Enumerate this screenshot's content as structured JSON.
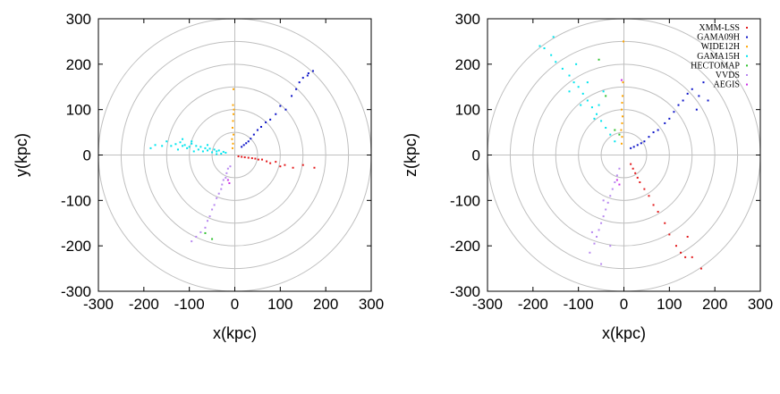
{
  "chart_data": [
    {
      "type": "scatter",
      "title": "",
      "xlabel": "x(kpc)",
      "ylabel": "y(kpc)",
      "xlim": [
        -300,
        300
      ],
      "ylim": [
        -300,
        300
      ],
      "xticks": [
        "-300",
        "-200",
        "-100",
        "0",
        "100",
        "200",
        "300"
      ],
      "yticks": [
        "300",
        "200",
        "100",
        "0",
        "-100",
        "-200",
        "-300"
      ],
      "grid": "concentric circles at 50 kpc spacing with axis lines through the origin",
      "legend": false,
      "series": [
        {
          "color": "#e31a1c",
          "points": [
            [
              8,
              -3
            ],
            [
              15,
              -4
            ],
            [
              22,
              -5
            ],
            [
              30,
              -6
            ],
            [
              38,
              -7
            ],
            [
              45,
              -8
            ],
            [
              52,
              -10
            ],
            [
              60,
              -10
            ],
            [
              70,
              -14
            ],
            [
              78,
              -18
            ],
            [
              90,
              -15
            ],
            [
              100,
              -25
            ],
            [
              110,
              -22
            ],
            [
              128,
              -28
            ],
            [
              150,
              -22
            ],
            [
              175,
              -28
            ]
          ]
        },
        {
          "color": "#0b12c8",
          "points": [
            [
              15,
              18
            ],
            [
              20,
              22
            ],
            [
              25,
              26
            ],
            [
              30,
              30
            ],
            [
              35,
              36
            ],
            [
              42,
              45
            ],
            [
              50,
              55
            ],
            [
              58,
              62
            ],
            [
              68,
              72
            ],
            [
              78,
              78
            ],
            [
              90,
              90
            ],
            [
              100,
              108
            ],
            [
              112,
              100
            ],
            [
              125,
              130
            ],
            [
              135,
              145
            ],
            [
              142,
              160
            ],
            [
              150,
              170
            ],
            [
              162,
              180
            ],
            [
              172,
              185
            ],
            [
              160,
              175
            ]
          ]
        },
        {
          "color": "#ffa500",
          "points": [
            [
              -5,
              15
            ],
            [
              -4,
              25
            ],
            [
              -6,
              35
            ],
            [
              -3,
              45
            ],
            [
              -5,
              60
            ],
            [
              -4,
              75
            ],
            [
              -3,
              90
            ],
            [
              -2,
              100
            ],
            [
              -4,
              110
            ],
            [
              -3,
              145
            ]
          ]
        },
        {
          "color": "#00e5ee",
          "points": [
            [
              -20,
              5
            ],
            [
              -25,
              7
            ],
            [
              -30,
              3
            ],
            [
              -35,
              10
            ],
            [
              -40,
              8
            ],
            [
              -45,
              12
            ],
            [
              -50,
              6
            ],
            [
              -55,
              14
            ],
            [
              -60,
              10
            ],
            [
              -65,
              15
            ],
            [
              -70,
              8
            ],
            [
              -75,
              18
            ],
            [
              -80,
              12
            ],
            [
              -85,
              20
            ],
            [
              -90,
              8
            ],
            [
              -95,
              25
            ],
            [
              -100,
              18
            ],
            [
              -105,
              15
            ],
            [
              -110,
              22
            ],
            [
              -115,
              20
            ],
            [
              -120,
              28
            ],
            [
              -125,
              12
            ],
            [
              -130,
              24
            ],
            [
              -140,
              20
            ],
            [
              -150,
              30
            ],
            [
              -160,
              20
            ],
            [
              -175,
              22
            ],
            [
              -185,
              15
            ],
            [
              -115,
              35
            ],
            [
              -95,
              30
            ],
            [
              -60,
              22
            ],
            [
              -40,
              2
            ]
          ]
        },
        {
          "color": "#2ec12e",
          "points": [
            [
              -65,
              -172
            ],
            [
              -50,
              -185
            ]
          ]
        },
        {
          "color": "#b888f0",
          "points": [
            [
              -10,
              -25
            ],
            [
              -15,
              -30
            ],
            [
              -18,
              -40
            ],
            [
              -20,
              -50
            ],
            [
              -25,
              -55
            ],
            [
              -28,
              -65
            ],
            [
              -30,
              -75
            ],
            [
              -35,
              -85
            ],
            [
              -40,
              -95
            ],
            [
              -45,
              -110
            ],
            [
              -50,
              -120
            ],
            [
              -55,
              -135
            ],
            [
              -60,
              -145
            ],
            [
              -65,
              -160
            ],
            [
              -75,
              -170
            ],
            [
              -85,
              -180
            ],
            [
              -95,
              -190
            ]
          ]
        },
        {
          "color": "#cc33e6",
          "points": [
            [
              -15,
              -55
            ],
            [
              -12,
              -62
            ]
          ]
        }
      ]
    },
    {
      "type": "scatter",
      "title": "",
      "xlabel": "x(kpc)",
      "ylabel": "z(kpc)",
      "xlim": [
        -300,
        300
      ],
      "ylim": [
        -300,
        300
      ],
      "xticks": [
        "-300",
        "-200",
        "-100",
        "0",
        "100",
        "200",
        "300"
      ],
      "yticks": [
        "300",
        "200",
        "100",
        "0",
        "-100",
        "-200",
        "-300"
      ],
      "grid": "concentric circles at 50 kpc spacing with axis lines through the origin",
      "legend": "top-right",
      "series": [
        {
          "name": "XMM-LSS",
          "color": "#e31a1c",
          "points": [
            [
              15,
              -20
            ],
            [
              20,
              -30
            ],
            [
              25,
              -40
            ],
            [
              30,
              -50
            ],
            [
              35,
              -60
            ],
            [
              45,
              -75
            ],
            [
              55,
              -90
            ],
            [
              65,
              -110
            ],
            [
              75,
              -125
            ],
            [
              90,
              -150
            ],
            [
              100,
              -175
            ],
            [
              115,
              -200
            ],
            [
              125,
              -215
            ],
            [
              135,
              -225
            ],
            [
              150,
              -225
            ],
            [
              170,
              -250
            ],
            [
              140,
              -180
            ]
          ]
        },
        {
          "name": "GAMA09H",
          "color": "#0b12c8",
          "points": [
            [
              15,
              15
            ],
            [
              22,
              18
            ],
            [
              30,
              22
            ],
            [
              38,
              26
            ],
            [
              45,
              30
            ],
            [
              55,
              40
            ],
            [
              65,
              50
            ],
            [
              75,
              55
            ],
            [
              90,
              70
            ],
            [
              100,
              80
            ],
            [
              110,
              95
            ],
            [
              120,
              110
            ],
            [
              130,
              120
            ],
            [
              140,
              135
            ],
            [
              150,
              145
            ],
            [
              165,
              130
            ],
            [
              175,
              160
            ],
            [
              185,
              120
            ],
            [
              160,
              100
            ]
          ]
        },
        {
          "name": "WIDE12H",
          "color": "#ffa500",
          "points": [
            [
              -5,
              25
            ],
            [
              -4,
              40
            ],
            [
              -6,
              55
            ],
            [
              -4,
              70
            ],
            [
              -3,
              85
            ],
            [
              -5,
              100
            ],
            [
              -4,
              115
            ],
            [
              -3,
              130
            ],
            [
              -2,
              160
            ],
            [
              -1,
              250
            ]
          ]
        },
        {
          "name": "GAMA15H",
          "color": "#00e5ee",
          "points": [
            [
              -20,
              30
            ],
            [
              -30,
              45
            ],
            [
              -40,
              60
            ],
            [
              -50,
              75
            ],
            [
              -60,
              90
            ],
            [
              -70,
              105
            ],
            [
              -80,
              120
            ],
            [
              -90,
              135
            ],
            [
              -100,
              150
            ],
            [
              -110,
              160
            ],
            [
              -120,
              175
            ],
            [
              -135,
              190
            ],
            [
              -150,
              205
            ],
            [
              -160,
              220
            ],
            [
              -175,
              235
            ],
            [
              -185,
              240
            ],
            [
              -155,
              260
            ],
            [
              -55,
              110
            ],
            [
              -45,
              140
            ],
            [
              -105,
              200
            ],
            [
              -80,
              160
            ],
            [
              -120,
              140
            ],
            [
              -95,
              110
            ],
            [
              -65,
              80
            ]
          ]
        },
        {
          "name": "HECTOMAP",
          "color": "#2ec12e",
          "points": [
            [
              -55,
              210
            ],
            [
              -40,
              130
            ],
            [
              -20,
              55
            ],
            [
              -10,
              45
            ]
          ]
        },
        {
          "name": "VVDS",
          "color": "#b888f0",
          "points": [
            [
              -10,
              -30
            ],
            [
              -15,
              -45
            ],
            [
              -20,
              -60
            ],
            [
              -25,
              -75
            ],
            [
              -30,
              -90
            ],
            [
              -35,
              -105
            ],
            [
              -40,
              -120
            ],
            [
              -45,
              -135
            ],
            [
              -50,
              -150
            ],
            [
              -55,
              -165
            ],
            [
              -60,
              -180
            ],
            [
              -65,
              -195
            ],
            [
              -75,
              -215
            ],
            [
              -50,
              -240
            ],
            [
              -30,
              -200
            ],
            [
              -70,
              -170
            ],
            [
              -45,
              -100
            ]
          ]
        },
        {
          "name": "AEGIS",
          "color": "#cc33e6",
          "points": [
            [
              -15,
              -55
            ],
            [
              -10,
              -65
            ],
            [
              -5,
              165
            ]
          ]
        }
      ]
    }
  ]
}
